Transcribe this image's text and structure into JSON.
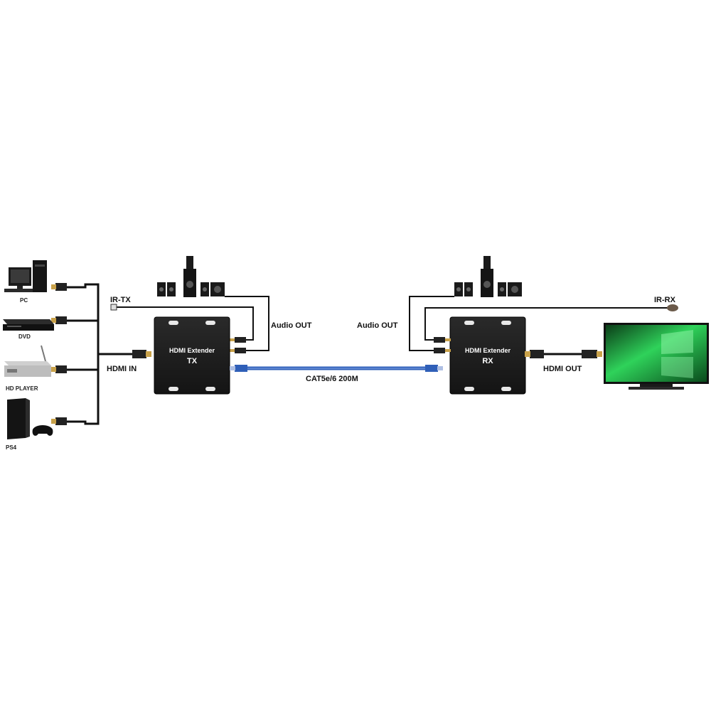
{
  "sources": {
    "pc": "PC",
    "dvd": "DVD",
    "hd_player": "HD PLAYER",
    "ps4": "PS4"
  },
  "labels": {
    "hdmi_in": "HDMI IN",
    "ir_tx": "IR-TX",
    "ir_rx": "IR-RX",
    "audio_out_tx": "Audio OUT",
    "audio_out_rx": "Audio OUT",
    "cable": "CAT5e/6 200M",
    "hdmi_out": "HDMI OUT"
  },
  "tx_unit": {
    "title": "HDMI Extender",
    "code": "TX"
  },
  "rx_unit": {
    "title": "HDMI Extender",
    "code": "RX"
  },
  "icons": {
    "pc": "desktop-computer-icon",
    "dvd": "dvd-player-icon",
    "hd_player": "media-player-box-icon",
    "ps4": "game-console-icon",
    "speakers": "speaker-set-icon",
    "tv": "television-icon"
  },
  "colors": {
    "cable": "#2f5fb8",
    "unit_body": "#1b1b1b",
    "tv_screen": "#1fa84a"
  }
}
